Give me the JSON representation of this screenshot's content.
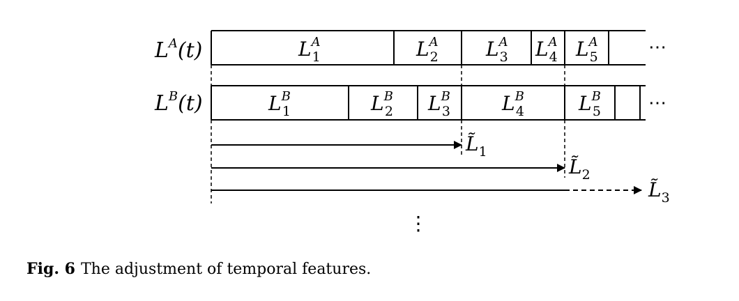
{
  "diagram": {
    "row_a": {
      "label_main": "L",
      "label_sup": "A",
      "label_arg": "(t)",
      "cells": [
        {
          "main": "L",
          "sub": "1",
          "sup": "A"
        },
        {
          "main": "L",
          "sub": "2",
          "sup": "A"
        },
        {
          "main": "L",
          "sub": "3",
          "sup": "A"
        },
        {
          "main": "L",
          "sub": "4",
          "sup": "A"
        },
        {
          "main": "L",
          "sub": "5",
          "sup": "A"
        }
      ],
      "ellipsis": "⋯"
    },
    "row_b": {
      "label_main": "L",
      "label_sup": "B",
      "label_arg": "(t)",
      "cells": [
        {
          "main": "L",
          "sub": "1",
          "sup": "B"
        },
        {
          "main": "L",
          "sub": "2",
          "sup": "B"
        },
        {
          "main": "L",
          "sub": "3",
          "sup": "B"
        },
        {
          "main": "L",
          "sub": "4",
          "sup": "B"
        },
        {
          "main": "L",
          "sub": "5",
          "sup": "B"
        }
      ],
      "ellipsis": "⋯"
    },
    "adjusted": [
      {
        "main": "L̃",
        "sub": "1"
      },
      {
        "main": "L̃",
        "sub": "2"
      },
      {
        "main": "L̃",
        "sub": "3"
      }
    ],
    "vertical_ellipsis": "⋮"
  },
  "caption": {
    "label": "Fig. 6",
    "text": "The adjustment of temporal features."
  }
}
